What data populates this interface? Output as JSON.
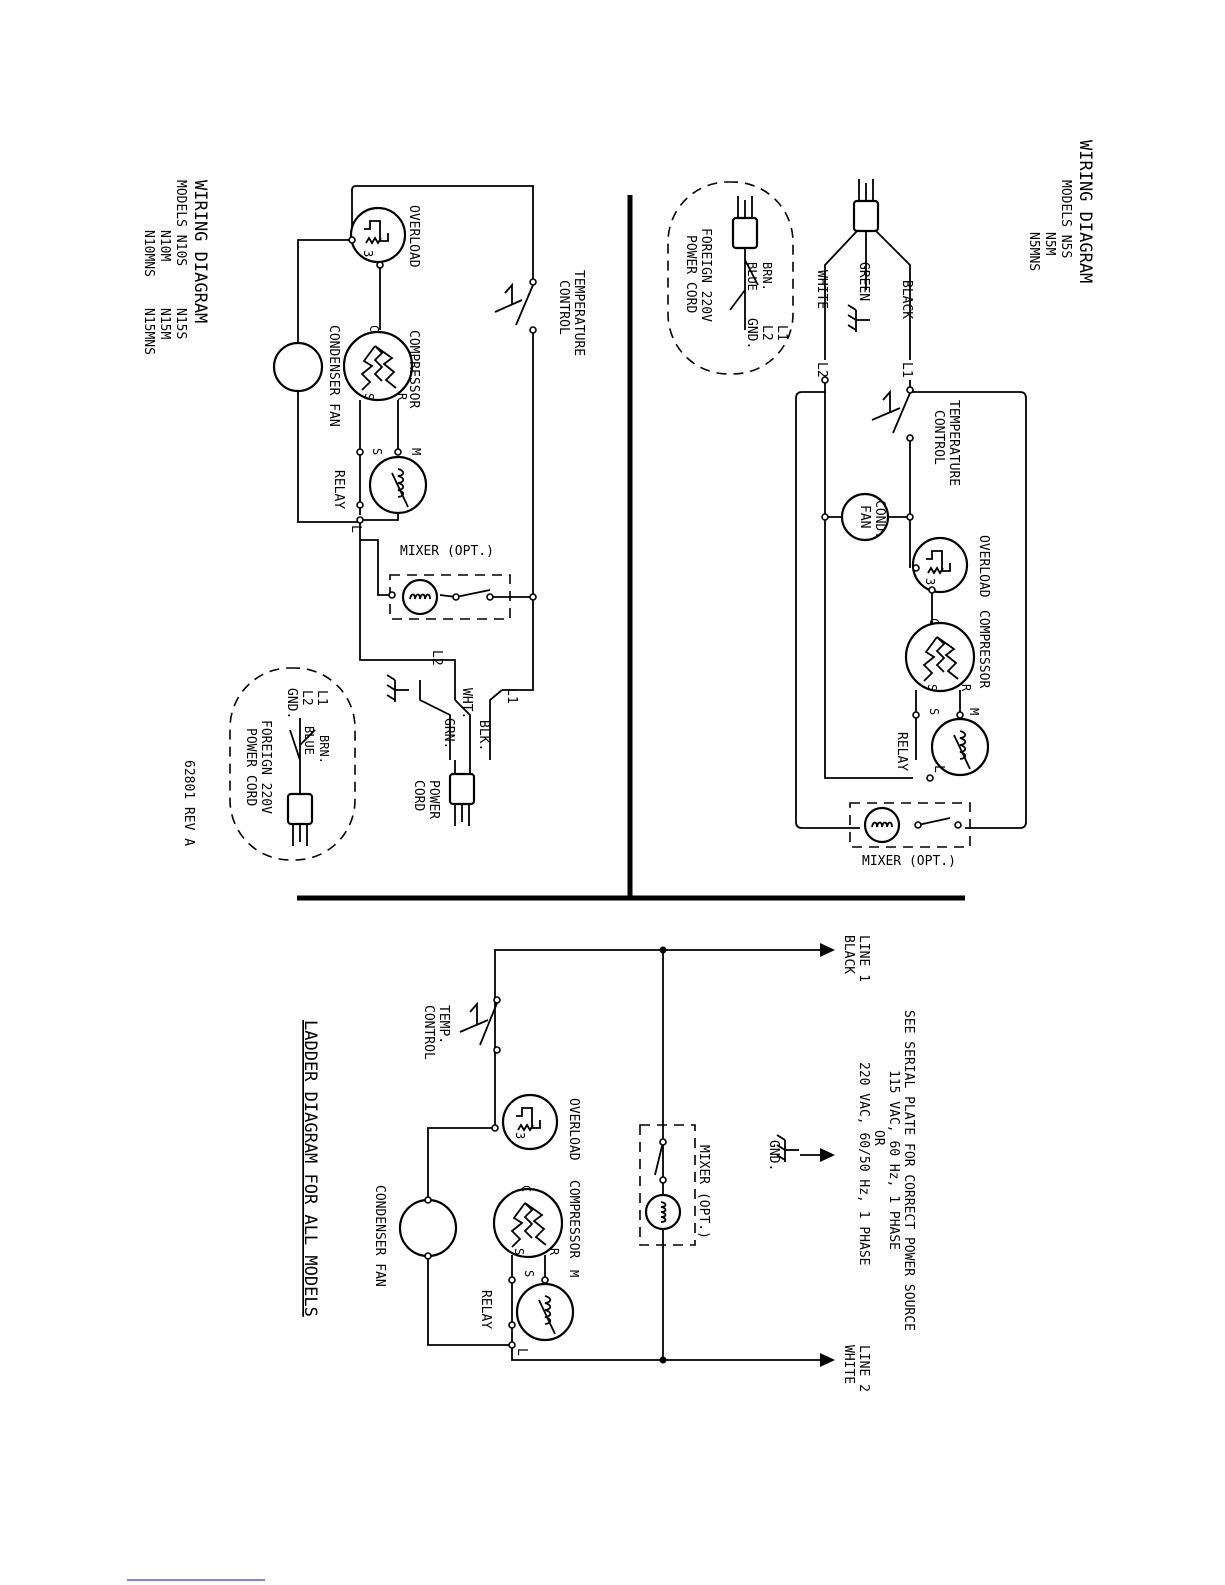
{
  "left_diagram": {
    "title": "WIRING DIAGRAM",
    "models_line1": "MODELS N10S",
    "models_n15s": "N15S",
    "models_line2": "N10M",
    "models_n15m": "N15M",
    "models_line3": "N10MNS",
    "models_n15mns": "N15MNS",
    "overload": "OVERLOAD",
    "compressor": "COMPRESSOR",
    "condenser_fan": "CONDENSER FAN",
    "relay": "RELAY",
    "mixer": "MIXER (OPT.)",
    "temperature_control": [
      "TEMPERATURE",
      "CONTROL"
    ],
    "power_cord": [
      "POWER",
      "CORD"
    ],
    "wire_blk": "BLK.",
    "wire_wht": "WHT.",
    "wire_grn": "GRN.",
    "l1": "L1",
    "l2": "L2",
    "l": "L",
    "foreign_cord": [
      "FOREIGN 220V",
      "POWER CORD"
    ],
    "foreign_l1": "L1",
    "foreign_l2": "L2",
    "foreign_gnd": "GND.",
    "foreign_brn": "BRN.",
    "foreign_blue": "BLUE",
    "revision": "62801 REV A"
  },
  "right_diagram": {
    "title": "WIRING DIAGRAM",
    "models_line1": "MODELS N5S",
    "models_line2": "N5M",
    "models_line3": "N5MNS",
    "wire_black": "BLACK",
    "wire_green": "GREEN",
    "wire_white": "WHITE",
    "l1": "L1",
    "l2": "L2",
    "l": "L",
    "temperature_control": [
      "TEMPERATURE",
      "CONTROL"
    ],
    "cond_fan": [
      "COND.",
      "FAN"
    ],
    "overload": "OVERLOAD",
    "compressor": "COMPRESSOR",
    "relay": "RELAY",
    "mixer": "MIXER (OPT.)",
    "foreign_cord": [
      "FOREIGN 220V",
      "POWER CORD"
    ],
    "foreign_l1": "L1",
    "foreign_l2": "L2",
    "foreign_gnd": "GND.",
    "foreign_brn": "BRN.",
    "foreign_blue": "BLUE"
  },
  "ladder_diagram": {
    "title": "LADDER DIAGRAM FOR ALL MODELS",
    "line1": [
      "LINE 1",
      "BLACK"
    ],
    "line2": [
      "LINE 2",
      "WHITE"
    ],
    "power_note": [
      "SEE SERIAL PLATE FOR CORRECT POWER SOURCE",
      "115 VAC, 60 Hz, 1 PHASE",
      "OR",
      "220 VAC, 60/50 Hz, 1 PHASE"
    ],
    "gnd": "GND.",
    "temp_control": [
      "TEMP.",
      "CONTROL"
    ],
    "overload": "OVERLOAD",
    "compressor": "COMPRESSOR",
    "condenser_fan": "CONDENSER FAN",
    "relay": "RELAY",
    "mixer": "MIXER (OPT.)",
    "l": "L"
  },
  "terminals": {
    "c": "C",
    "r": "R",
    "s": "S",
    "m": "M",
    "three": "3"
  }
}
